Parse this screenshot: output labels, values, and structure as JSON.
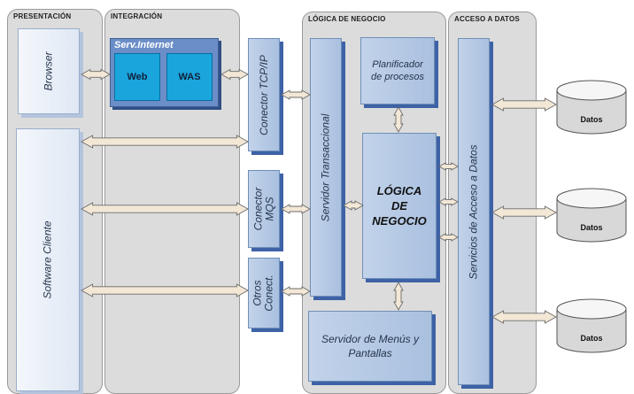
{
  "sections": {
    "presentacion": "PRESENTACIÓN",
    "integracion": "INTEGRACIÓN",
    "logica": "LÓGICA DE NEGOCIO",
    "acceso": "ACCESO A DATOS"
  },
  "presentation": {
    "browser": "Browser",
    "software_cliente": "Software Cliente"
  },
  "integration": {
    "serv_internet": {
      "title": "Serv.Internet",
      "web": "Web",
      "was": "WAS"
    },
    "conector_tcp": "Conector TCP/IP",
    "conector_mqs_line1": "Conector",
    "conector_mqs_line2": "MQS",
    "otros_line1": "Otros",
    "otros_line2": "Conect."
  },
  "business": {
    "servidor_transaccional": "Servidor Transaccional",
    "planificador_line1": "Planificador",
    "planificador_line2": "de procesos",
    "logica_line1": "LÓGICA",
    "logica_line2": "DE",
    "logica_line3": "NEGOCIO",
    "menus_line1": "Servidor de Menús y",
    "menus_line2": "Pantallas"
  },
  "data_access": {
    "servicios": "Servicios de Acceso a Datos"
  },
  "databases": [
    {
      "label": "Datos"
    },
    {
      "label": "Datos"
    },
    {
      "label": "Datos"
    }
  ],
  "colors": {
    "panel_bg": "#dcdcdc",
    "box_fill": "#b7cae4",
    "box_shadow": "#3d62a6",
    "serv_internet": "#6b8ec8",
    "web_was": "#1aa5dd",
    "arrow_fill": "#f3e7d6"
  }
}
